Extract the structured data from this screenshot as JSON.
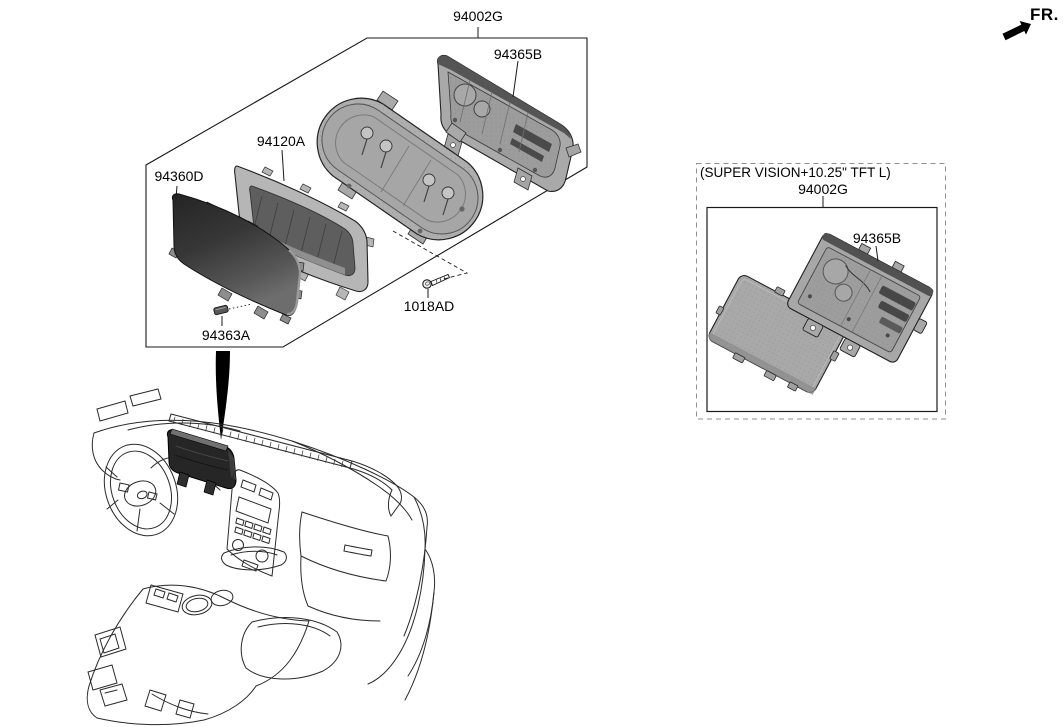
{
  "direction_indicator": {
    "label": "FR."
  },
  "main_view": {
    "parts": {
      "cluster_assembly": "94002G",
      "rear_cover": "94365B",
      "front_bezel": "94120A",
      "lens_cover": "94360D",
      "clip": "94363A",
      "screw": "1018AD"
    }
  },
  "inset_view": {
    "variant_note": "(SUPER VISION+10.25\" TFT L)",
    "parts": {
      "cluster_assembly": "94002G",
      "rear_cover": "94365B"
    }
  },
  "colors": {
    "line": "#1a1a1a",
    "part_grey": "#aaaaaa",
    "lens_dark": "#2f2f2f",
    "dashed_border": "#8f8f8f",
    "background": "#ffffff"
  }
}
